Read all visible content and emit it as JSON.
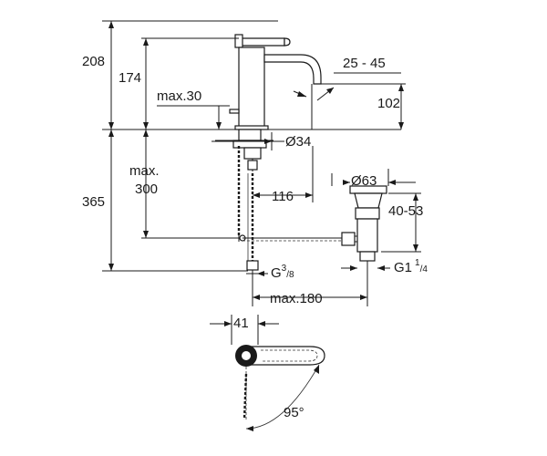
{
  "drawing": {
    "dimensions": {
      "total_height": "208",
      "spout_height": "174",
      "max_30": "max.30",
      "spout_reach_range": "25 - 45",
      "spout_outlet_height": "102",
      "hole_diameter": "Ø34",
      "max_300_line1": "max.",
      "max_300_line2": "300",
      "under_counter": "365",
      "spout_projection": "116",
      "waste_diameter": "Ø63",
      "waste_height": "40-53",
      "thread_g38_main": "G",
      "thread_g38_num": "3",
      "thread_g38_den": "/8",
      "thread_g114_main": "G1",
      "thread_g114_num": "1",
      "thread_g114_den": "/4",
      "max_180": "max.180",
      "lever_offset": "41",
      "swivel_angle": "95°"
    }
  }
}
